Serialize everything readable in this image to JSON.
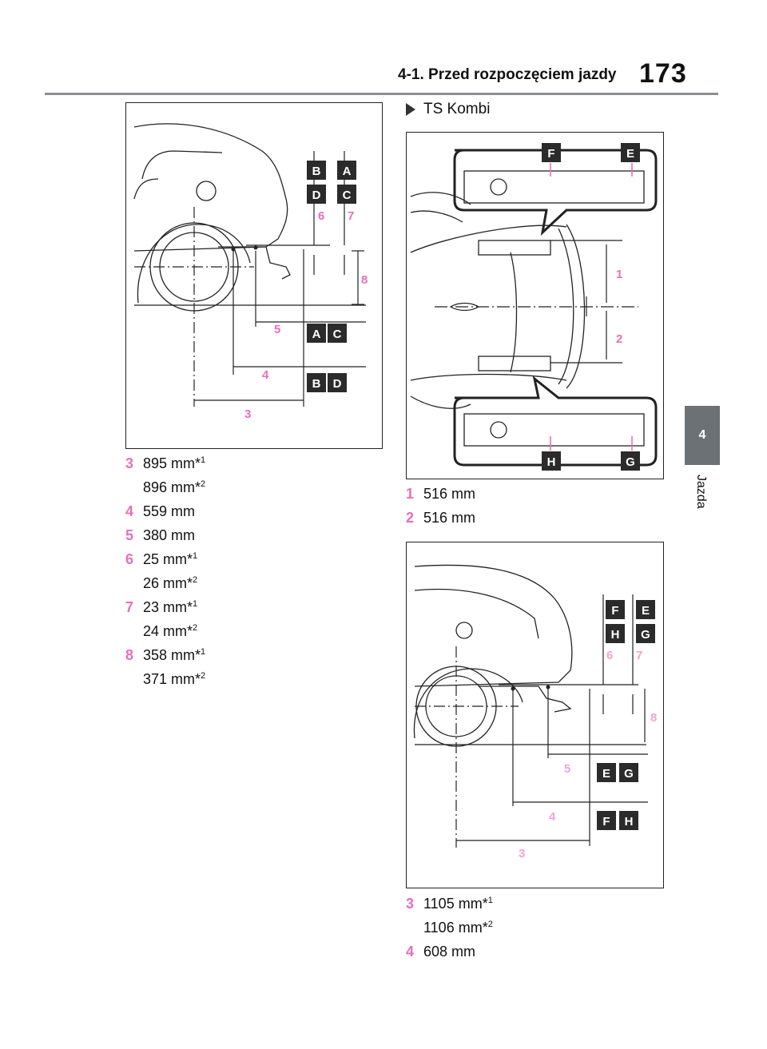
{
  "header": {
    "section_title": "4-1. Przed rozpoczęciem jazdy",
    "page_number": "173"
  },
  "side_tab": {
    "chapter_number": "4",
    "chapter_label": "Jazda"
  },
  "subheading": "TS Kombi",
  "colors": {
    "accent_pink": "#e66fbf",
    "tab_gray": "#6b7175",
    "label_dark": "#2b2b2b"
  },
  "figure_left": {
    "labels": [
      "B",
      "A",
      "D",
      "C",
      "A",
      "C",
      "B",
      "D"
    ],
    "dimensions": [
      "6",
      "7",
      "8",
      "5",
      "4",
      "3"
    ]
  },
  "figure_right_top": {
    "labels": [
      "F",
      "E",
      "H",
      "G"
    ],
    "dimensions": [
      "1",
      "2"
    ]
  },
  "figure_right_bottom": {
    "labels": [
      "F",
      "E",
      "H",
      "G",
      "E",
      "G",
      "F",
      "H"
    ],
    "dimensions": [
      "6",
      "7",
      "8",
      "5",
      "4",
      "3"
    ]
  },
  "left_specs": [
    {
      "num": "3",
      "text": "895 mm*",
      "sup": "1"
    },
    {
      "num": "",
      "text": "896 mm*",
      "sup": "2"
    },
    {
      "num": "4",
      "text": "559 mm",
      "sup": ""
    },
    {
      "num": "5",
      "text": "380 mm",
      "sup": ""
    },
    {
      "num": "6",
      "text": "25 mm*",
      "sup": "1"
    },
    {
      "num": "",
      "text": "26 mm*",
      "sup": "2"
    },
    {
      "num": "7",
      "text": "23 mm*",
      "sup": "1"
    },
    {
      "num": "",
      "text": "24 mm*",
      "sup": "2"
    },
    {
      "num": "8",
      "text": "358 mm*",
      "sup": "1"
    },
    {
      "num": "",
      "text": "371 mm*",
      "sup": "2"
    }
  ],
  "right_specs_top": [
    {
      "num": "1",
      "text": "516 mm",
      "sup": ""
    },
    {
      "num": "2",
      "text": "516 mm",
      "sup": ""
    }
  ],
  "right_specs_bottom": [
    {
      "num": "3",
      "text": "1105 mm*",
      "sup": "1"
    },
    {
      "num": "",
      "text": "1106 mm*",
      "sup": "2"
    },
    {
      "num": "4",
      "text": "608 mm",
      "sup": ""
    }
  ]
}
